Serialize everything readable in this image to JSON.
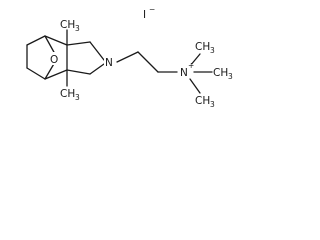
{
  "molecule": {
    "counter_ion": "I",
    "counter_ion_charge": "−",
    "oxygen_bridge": "O",
    "ring_nitrogen": "N",
    "quaternary_nitrogen": "N",
    "quaternary_charge": "+",
    "methyl_top": "CH",
    "methyl_top_sub": "3",
    "methyl_bottom": "CH",
    "methyl_bottom_sub": "3",
    "n_methyl_upper": "CH",
    "n_methyl_upper_sub": "3",
    "n_methyl_right": "CH",
    "n_methyl_right_sub": "3",
    "n_methyl_lower": "CH",
    "n_methyl_lower_sub": "3"
  }
}
